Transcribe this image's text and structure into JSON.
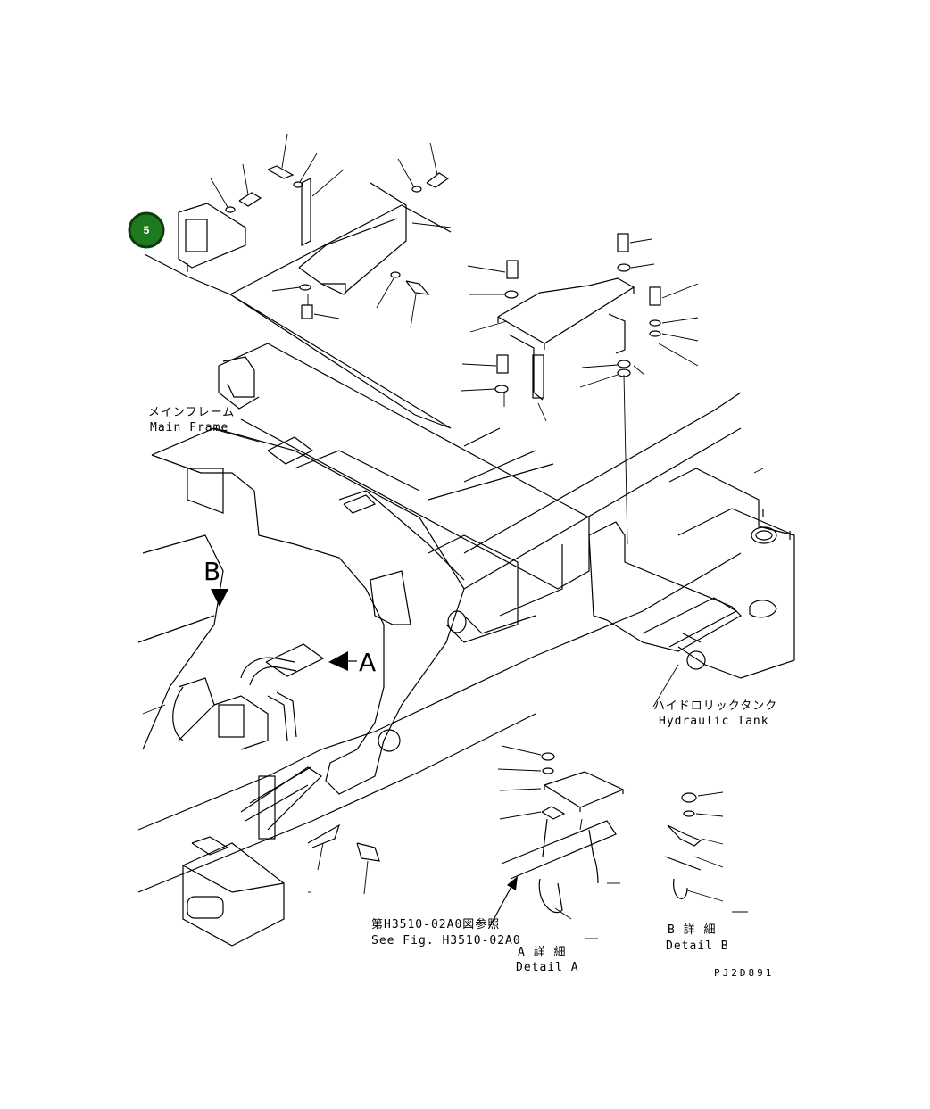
{
  "callout": {
    "number": "5",
    "color": "#1e7a1e",
    "ring": "#0b3d0b"
  },
  "labels": {
    "main_frame_jp": "メインフレーム",
    "main_frame_en": "Main Frame",
    "hydraulic_tank_jp": "ハイドロリックタンク",
    "hydraulic_tank_en": "Hydraulic Tank",
    "see_fig_jp": "第H3510-02A0図参照",
    "see_fig_en": "See Fig. H3510-02A0",
    "detail_a_jp": "A 詳 細",
    "detail_a_en": "Detail A",
    "detail_b_jp": "B 詳 細",
    "detail_b_en": "Detail B",
    "view_a": "A",
    "view_b": "B",
    "drawing_no": "PJ2D891"
  }
}
